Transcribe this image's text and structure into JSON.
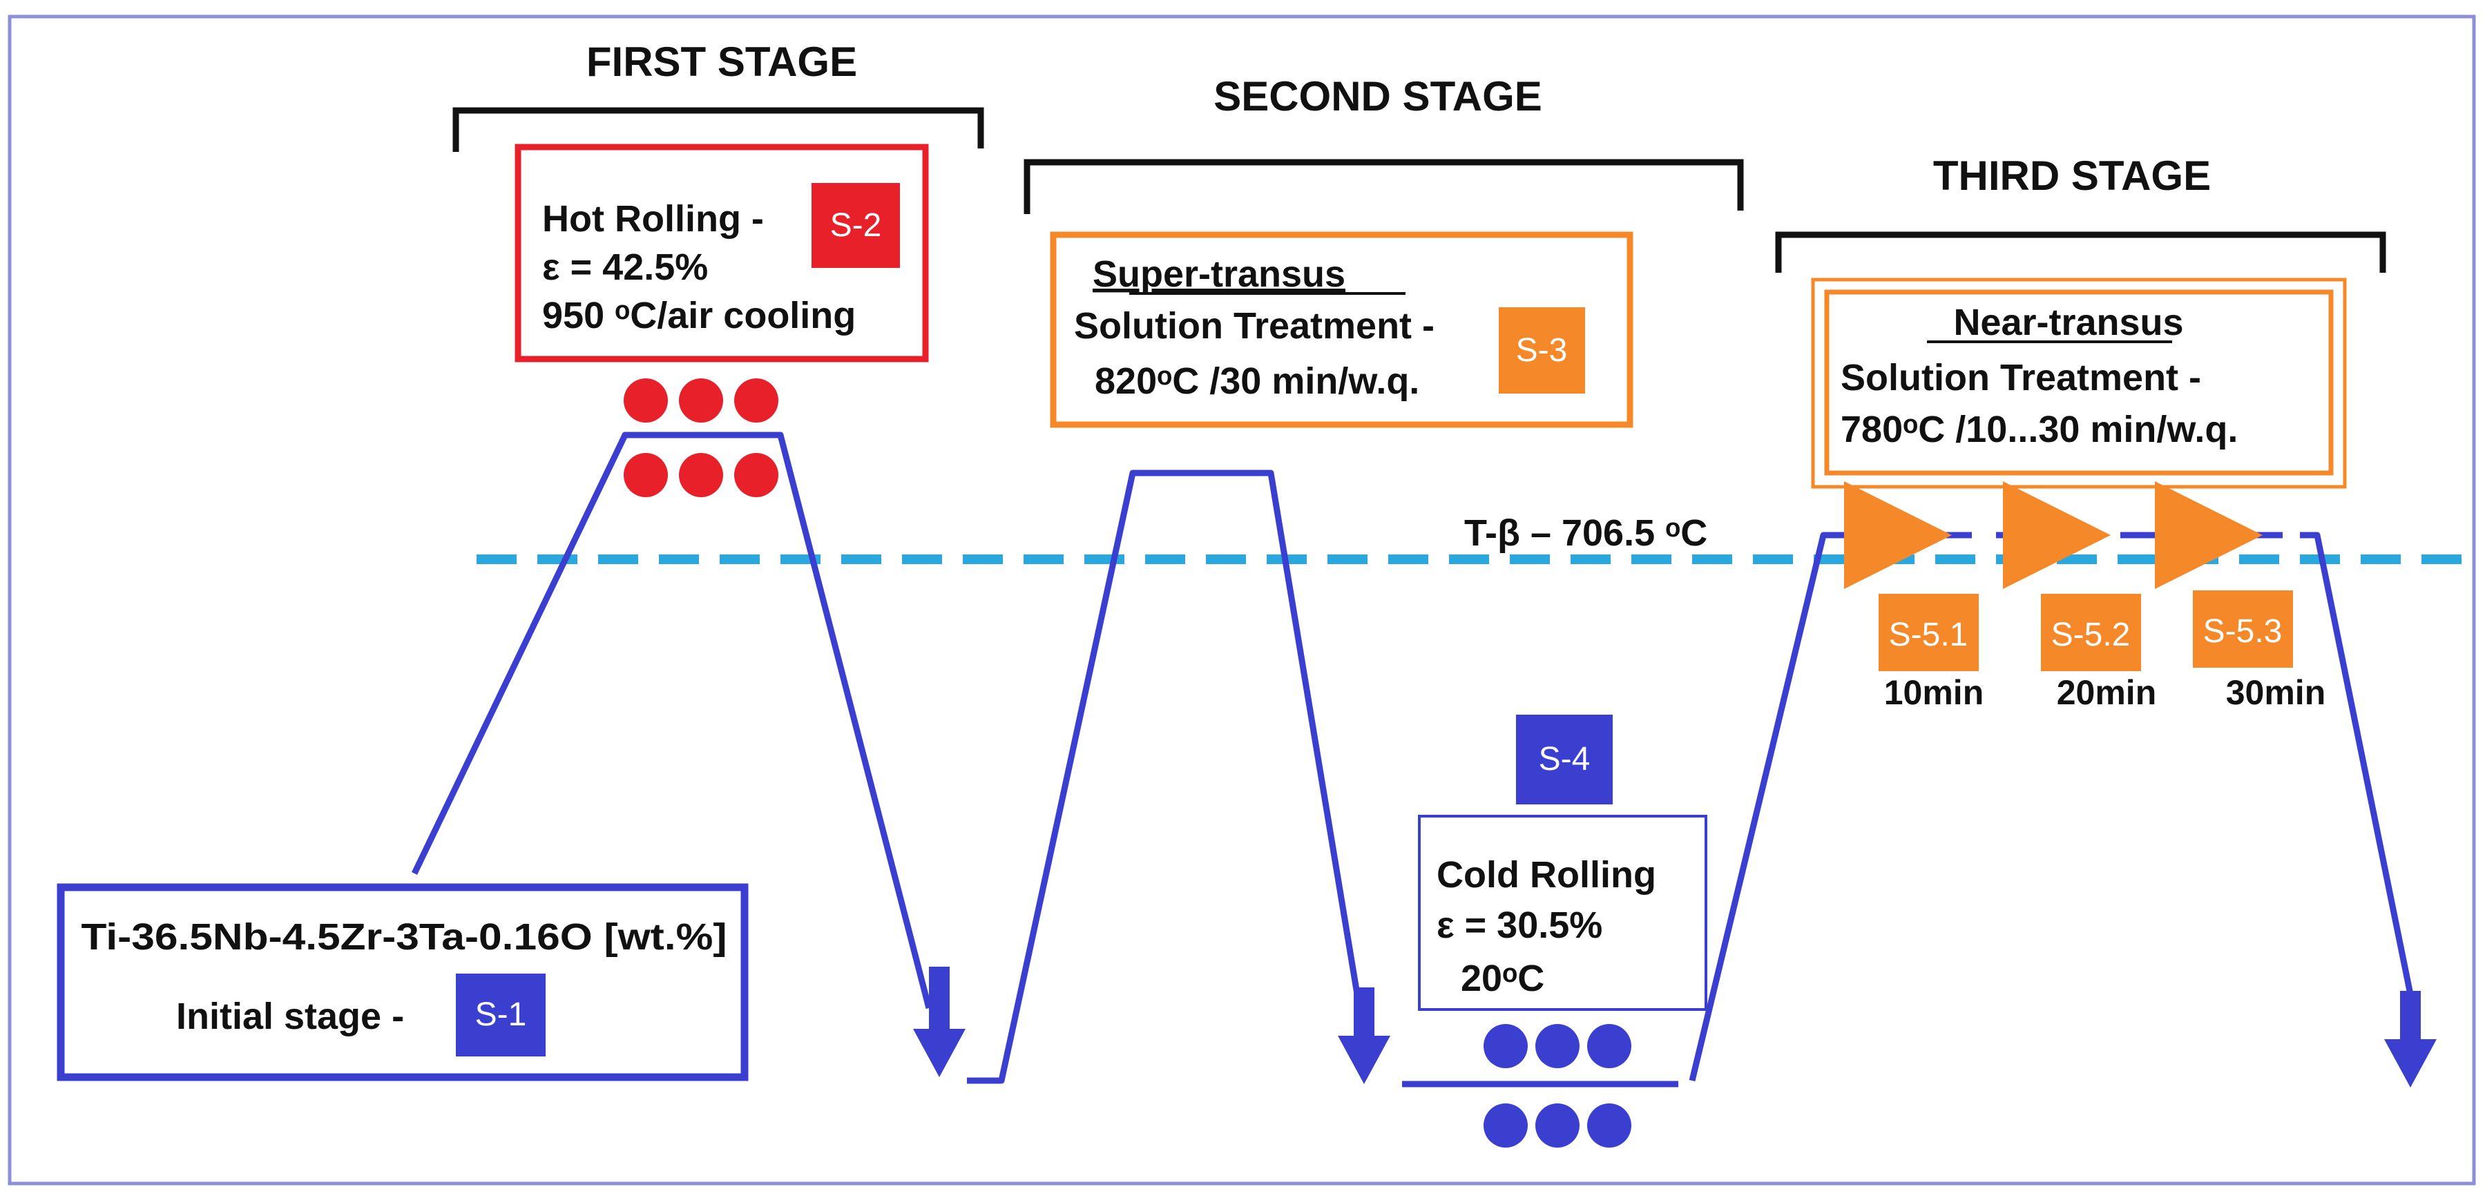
{
  "stages": {
    "first": "FIRST STAGE",
    "second": "SECOND STAGE",
    "third": "THIRD STAGE"
  },
  "initial": {
    "alloy": "Ti-36.5Nb-4.5Zr-3Ta-0.16O [wt.%]",
    "label": "Initial stage -",
    "badge": "S-1"
  },
  "hot_rolling": {
    "title": "Hot Rolling -",
    "strain": "ε = 42.5%",
    "condition": "950 ᵒC/air cooling",
    "badge": "S-2"
  },
  "super_transus": {
    "heading": "Super-transus",
    "title": "Solution Treatment -",
    "condition": "820ᵒC /30 min/w.q.",
    "badge": "S-3"
  },
  "cold_rolling": {
    "badge": "S-4",
    "title": "Cold Rolling",
    "strain": "ε = 30.5%",
    "temp": "20ᵒC"
  },
  "near_transus": {
    "heading": "Near-transus",
    "title": "Solution Treatment -",
    "condition": "780ᵒC  /10...30 min/w.q."
  },
  "t_beta": "T-β – 706.5 ᵒC",
  "substeps": [
    {
      "badge": "S-5.1",
      "time": "10min"
    },
    {
      "badge": "S-5.2",
      "time": "20min"
    },
    {
      "badge": "S-5.3",
      "time": "30min"
    }
  ],
  "colors": {
    "blue": "#3a3fcf",
    "red": "#e8202a",
    "orange": "#f5892a",
    "cyan": "#29a8e0",
    "frame": "#8a8fd6"
  }
}
